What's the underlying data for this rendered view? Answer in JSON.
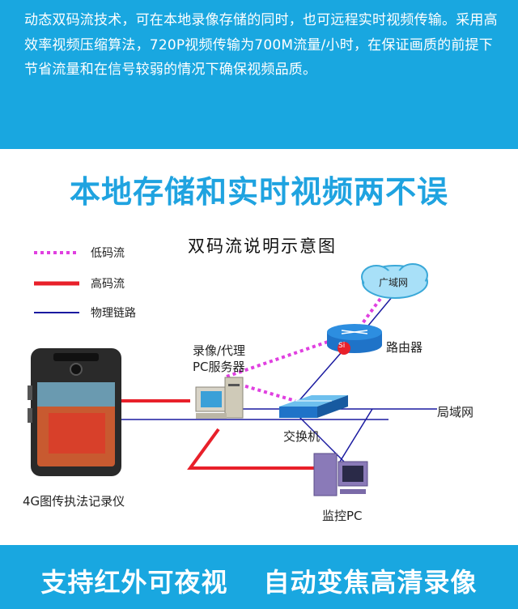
{
  "intro": {
    "text": "动态双码流技术，可在本地录像存储的同时，也可远程实时视频传输。采用高效率视频压缩算法，720P视频传输为700M流量/小时，在保证画质的前提下节省流量和在信号较弱的情况下确保视频品质。"
  },
  "headline": "本地存储和实时视频两不误",
  "diagram": {
    "title": "双码流说明示意图",
    "legend": {
      "low": "低码流",
      "high": "高码流",
      "physical": "物理链路"
    },
    "nodes": {
      "wan": "广域网",
      "router": "路由器",
      "router_badge": "Si",
      "server_line1": "录像/代理",
      "server_line2": "PC服务器",
      "switch": "交换机",
      "lan": "局域网",
      "monitor": "监控PC",
      "device": "4G图传执法记录仪"
    },
    "colors": {
      "low": "#e040e0",
      "high": "#e8202a",
      "physical": "#1a1aa0"
    }
  },
  "footer": {
    "left": "支持红外可夜视",
    "right": "自动变焦高清录像"
  },
  "colors": {
    "band": "#19a7e0",
    "headline": "#1fa3e0"
  }
}
